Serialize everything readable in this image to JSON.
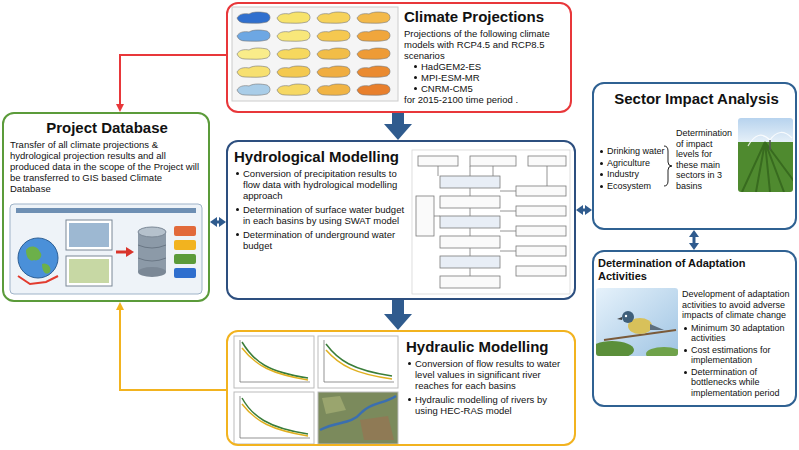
{
  "diagram": {
    "nodes": [
      {
        "text": [
          "Climate Projections",
          "Projections of the following climate models with RCP4.5 and RCP8.5 scenarios",
          "HadGEM2-ES",
          "MPI-ESM-MR",
          "CNRM-CM5",
          "for 2015-2100 time period ."
        ]
      },
      {
        "text": [
          "Project Database",
          "Transfer of all climate projections & hydrological projection results and all produced data in the scope of the Project will be transferred to GIS based Climate Database"
        ]
      },
      {
        "text": [
          "Hydrological Modelling",
          "Conversion of precipitation results to flow data with hydrological modelling approach",
          "Determination of surface water budget in each basins by using SWAT model",
          "Determination of underground water budget"
        ]
      },
      {
        "text": [
          "Hydraulic Modelling",
          "Conversion of flow results to water level values in significant river reaches for each basins",
          "Hydraulic modelling of rivers by using HEC-RAS model"
        ]
      },
      {
        "text": [
          "Sector Impact Analysis",
          "Drinking water",
          "Agriculture",
          "Industry",
          "Ecosystem",
          "Determination of impact levels for these main sectors in 3 basins"
        ]
      },
      {
        "text": [
          "Determination of Adaptation Activities",
          "Development of adaptation activities to avoid adverse impacts of climate change",
          "Minimum 30 adaptation activities",
          "Cost estimations for implementation",
          "Determination of bottlenecks while implementation period"
        ]
      }
    ],
    "edges": [
      {
        "from": 0,
        "to": 2,
        "arrow": "to"
      },
      {
        "from": 2,
        "to": 3,
        "arrow": "to"
      },
      {
        "from": 0,
        "to": 1,
        "arrow": "to"
      },
      {
        "from": 2,
        "to": 1,
        "arrow": "both"
      },
      {
        "from": 3,
        "to": 1,
        "arrow": "to"
      },
      {
        "from": 2,
        "to": 4,
        "arrow": "both"
      },
      {
        "from": 4,
        "to": 5,
        "arrow": "both"
      }
    ]
  }
}
